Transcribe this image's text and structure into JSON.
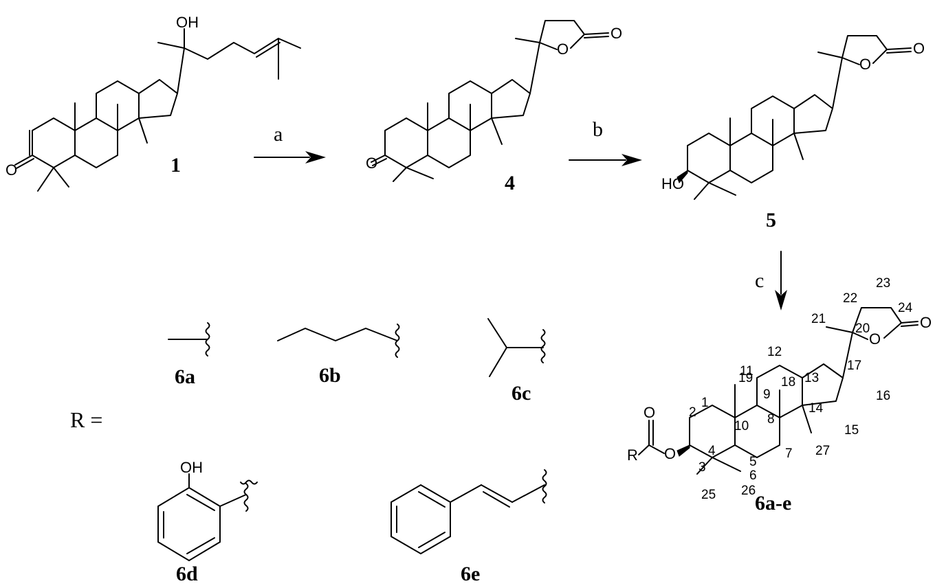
{
  "compounds": {
    "c1": "1",
    "c4": "4",
    "c5": "5",
    "c6": "6a-e",
    "r6a": "6a",
    "r6b": "6b",
    "r6c": "6c",
    "r6d": "6d",
    "r6e": "6e"
  },
  "steps": {
    "a": "a",
    "b": "b",
    "c": "c"
  },
  "atoms": {
    "O": "O",
    "OH": "OH",
    "HO": "HO",
    "R": "R"
  },
  "r_equals": "R =",
  "numbering": [
    "1",
    "2",
    "3",
    "4",
    "5",
    "6",
    "7",
    "8",
    "9",
    "10",
    "11",
    "12",
    "13",
    "14",
    "15",
    "16",
    "17",
    "18",
    "19",
    "20",
    "21",
    "22",
    "23",
    "24",
    "25",
    "26",
    "27"
  ]
}
